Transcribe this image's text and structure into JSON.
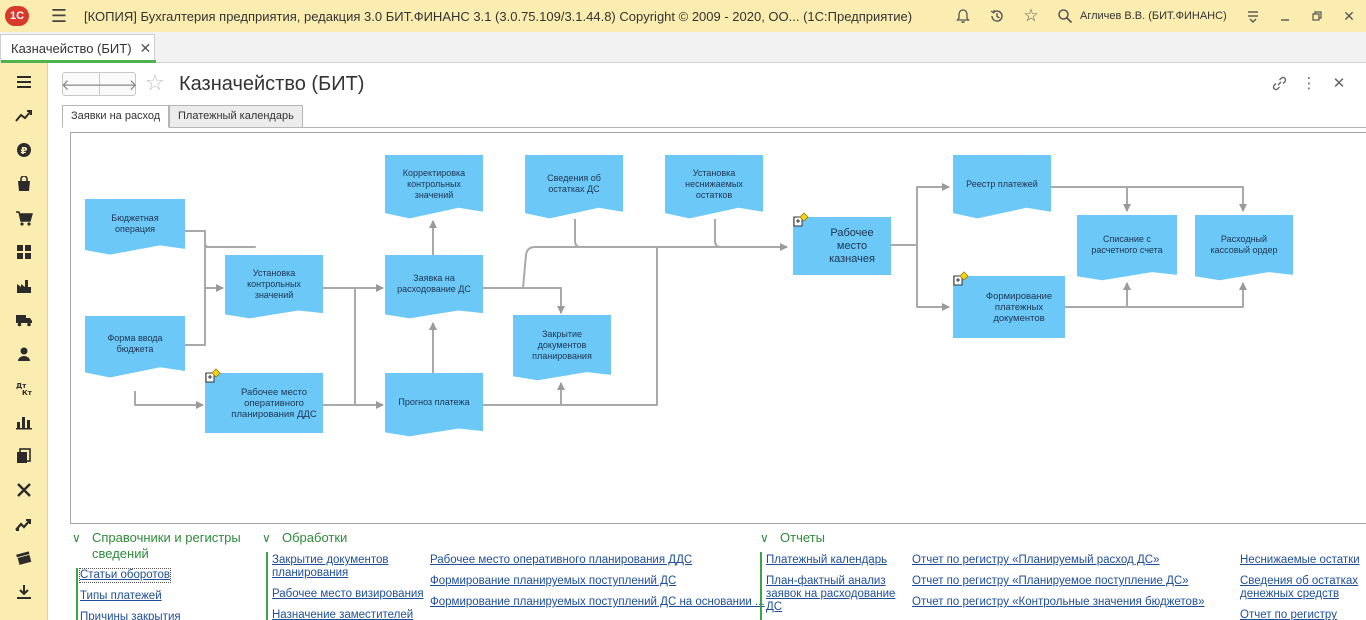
{
  "window": {
    "title": "[КОПИЯ] Бухгалтерия предприятия, редакция 3.0  БИТ.ФИНАНС 3.1 (3.0.75.109/3.1.44.8) Copyright © 2009 - 2020, ОО...   (1С:Предприятие)",
    "logo": "1С",
    "user": "Агличев В.В. (БИТ.ФИНАНС)"
  },
  "tabs": {
    "open_tab_label": "Казначейство (БИТ)"
  },
  "form": {
    "title": "Казначейство (БИТ)",
    "tabs": [
      "Заявки на расход",
      "Платежный календарь"
    ]
  },
  "diagram": {
    "nodes": {
      "budget_op": "Бюджетная операция",
      "budget_form": "Форма ввода бюджета",
      "control_values": "Установка контрольных значений",
      "op_planning": "Рабочее место оперативного планирования ДДС",
      "correct_control": "Корректировка контрольных значений",
      "expense_request": "Заявка на расходование ДС",
      "payment_forecast": "Прогноз платежа",
      "cash_balance": "Сведения об остатках ДС",
      "close_planning": "Закрытие документов планирования",
      "min_balance": "Установка неснижаемых остатков",
      "treasurer_ws": "Рабочее место казначея",
      "payment_registry": "Реестр платежей",
      "form_payments": "Формирование платежных документов",
      "bank_writeoff": "Списание с расчетного счета",
      "cash_order": "Расходный кассовый ордер"
    }
  },
  "panels": {
    "refs": {
      "title": "Справочники и регистры сведений",
      "links": [
        "Статьи оборотов",
        "Типы платежей",
        "Причины закрытия"
      ]
    },
    "processing": {
      "title": "Обработки",
      "col1": [
        "Закрытие документов планирования",
        "Рабочее место визирования",
        "Назначение заместителей"
      ],
      "col2": [
        "Рабочее место оперативного планирования ДДС",
        "Формирование планируемых поступлений ДС",
        "Формирование планируемых поступлений ДС на основании ..."
      ]
    },
    "reports": {
      "title": "Отчеты",
      "col1": [
        "Платежный календарь",
        "План-фактный анализ заявок на расходование ДС"
      ],
      "col2": [
        "Отчет по регистру «Планируемый расход ДС»",
        "Отчет по регистру «Планируемое поступление ДС»",
        "Отчет по регистру «Контрольные значения бюджетов»"
      ],
      "col3": [
        "Неснижаемые остатки",
        "Сведения об остатках денежных средств",
        "Отчет по регистру"
      ]
    }
  },
  "colors": {
    "titlebar": "#fbedb0",
    "node": "#6cc8f7",
    "accent": "#3aa548",
    "link": "#1f4e98"
  }
}
